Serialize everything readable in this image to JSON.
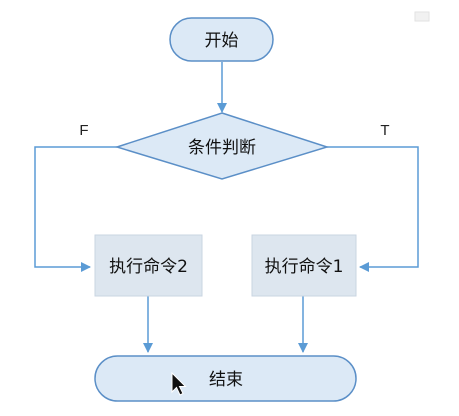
{
  "nodes": {
    "start": {
      "label": "开始"
    },
    "condition": {
      "label": "条件判断"
    },
    "command2": {
      "label": "执行命令2"
    },
    "command1": {
      "label": "执行命令1"
    },
    "end": {
      "label": "结束"
    }
  },
  "branches": {
    "false_label": "F",
    "true_label": "T"
  },
  "colors": {
    "node_fill": "#dce9f6",
    "node_stroke": "#5b8fc7",
    "box_fill": "#dde6ef",
    "box_stroke": "#c9d5e2",
    "arrow": "#5b9bd5"
  }
}
